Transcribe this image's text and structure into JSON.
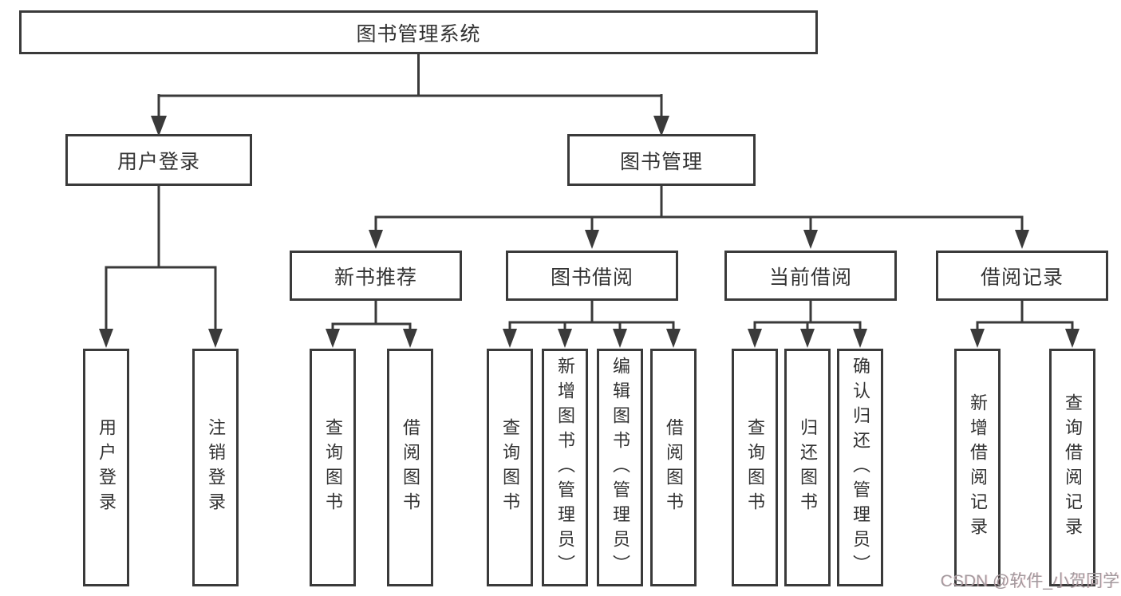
{
  "diagram": {
    "root": {
      "label": "图书管理系统",
      "children": [
        {
          "label": "用户登录",
          "children": [
            {
              "label": "用户登录"
            },
            {
              "label": "注销登录"
            }
          ]
        },
        {
          "label": "图书管理",
          "children": [
            {
              "label": "新书推荐",
              "children": [
                {
                  "label": "查询图书"
                },
                {
                  "label": "借阅图书"
                }
              ]
            },
            {
              "label": "图书借阅",
              "children": [
                {
                  "label": "查询图书"
                },
                {
                  "label": "新增图书（管理员）"
                },
                {
                  "label": "编辑图书（管理员）"
                },
                {
                  "label": "借阅图书"
                }
              ]
            },
            {
              "label": "当前借阅",
              "children": [
                {
                  "label": "查询图书"
                },
                {
                  "label": "归还图书"
                },
                {
                  "label": "确认归还（管理员）"
                }
              ]
            },
            {
              "label": "借阅记录",
              "children": [
                {
                  "label": "新增借阅记录"
                },
                {
                  "label": "查询借阅记录"
                }
              ]
            }
          ]
        }
      ]
    },
    "watermark": "CSDN @软件_小贺同学",
    "colors": {
      "line": "#3a3a3a",
      "text": "#333333",
      "watermark": "#a29a9e",
      "background": "#ffffff"
    }
  }
}
